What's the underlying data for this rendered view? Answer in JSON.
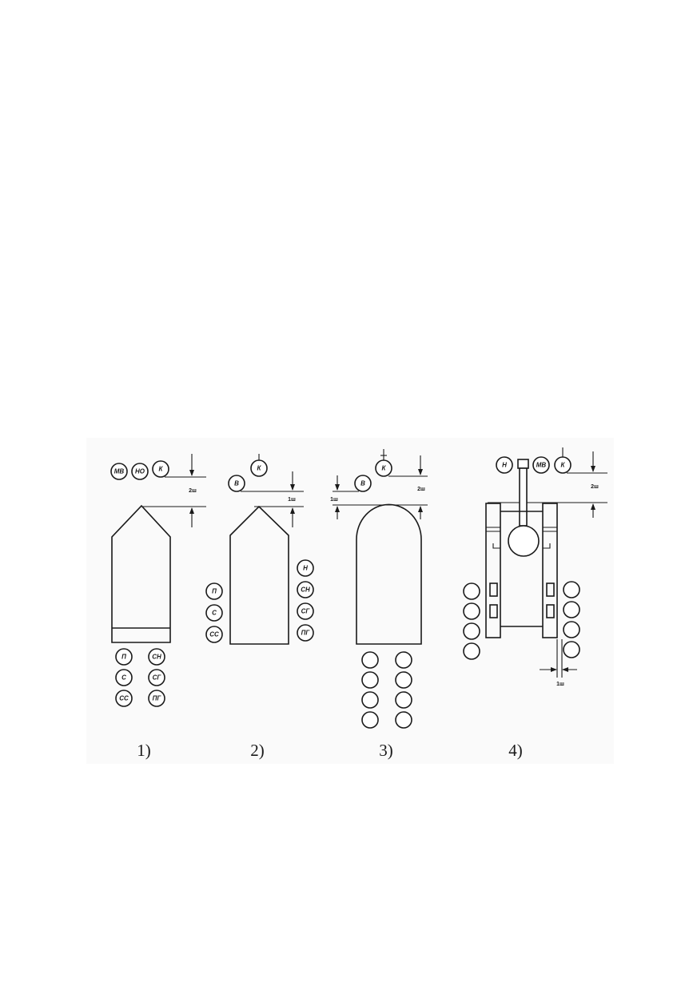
{
  "panels": [
    {
      "caption": "1)",
      "top_labels": [
        "МВ",
        "НО",
        "К"
      ],
      "dimension": "2ш",
      "bottom_left": [
        "П",
        "С",
        "СС"
      ],
      "bottom_right": [
        "СН",
        "СГ",
        "ПГ"
      ]
    },
    {
      "caption": "2)",
      "top_labels": [
        "В",
        "К"
      ],
      "dimension": "1ш",
      "side_left": [
        "П",
        "С",
        "СС"
      ],
      "side_right": [
        "Н",
        "СН",
        "СГ",
        "ПГ"
      ]
    },
    {
      "caption": "3)",
      "top_labels": [
        "В",
        "К"
      ],
      "dimension_left": "1ш",
      "dimension_right": "2ш",
      "bottom_circles": 8
    },
    {
      "caption": "4)",
      "top_labels": [
        "Н",
        "МВ",
        "К"
      ],
      "dimension_top": "2ш",
      "dimension_bottom": "1ш",
      "side_circles": 8
    }
  ]
}
